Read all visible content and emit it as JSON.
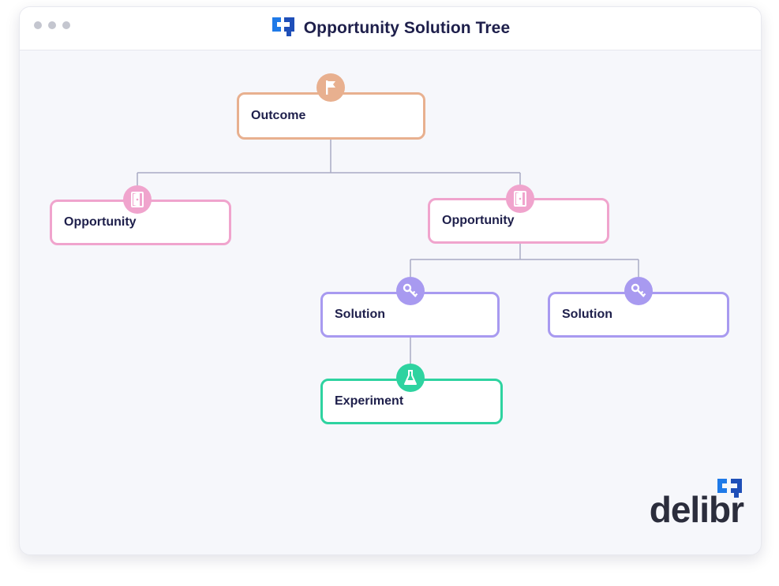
{
  "window": {
    "title": "Opportunity Solution Tree"
  },
  "colors": {
    "outcome": "#e8b08f",
    "opportunity": "#f0a4cd",
    "solution": "#a89af0",
    "experiment": "#2ed3a0",
    "connector": "#a9aac4",
    "brand_blue": "#1f7ae8",
    "brand_dark": "#2b2d3c"
  },
  "tree": {
    "outcome": {
      "label": "Outcome",
      "icon": "flag-icon"
    },
    "opportunity_left": {
      "label": "Opportunity",
      "icon": "door-icon"
    },
    "opportunity_right": {
      "label": "Opportunity",
      "icon": "door-icon"
    },
    "solution_left": {
      "label": "Solution",
      "icon": "key-icon"
    },
    "solution_right": {
      "label": "Solution",
      "icon": "key-icon"
    },
    "experiment": {
      "label": "Experiment",
      "icon": "flask-icon"
    }
  },
  "brand": {
    "wordmark": "delibr"
  }
}
